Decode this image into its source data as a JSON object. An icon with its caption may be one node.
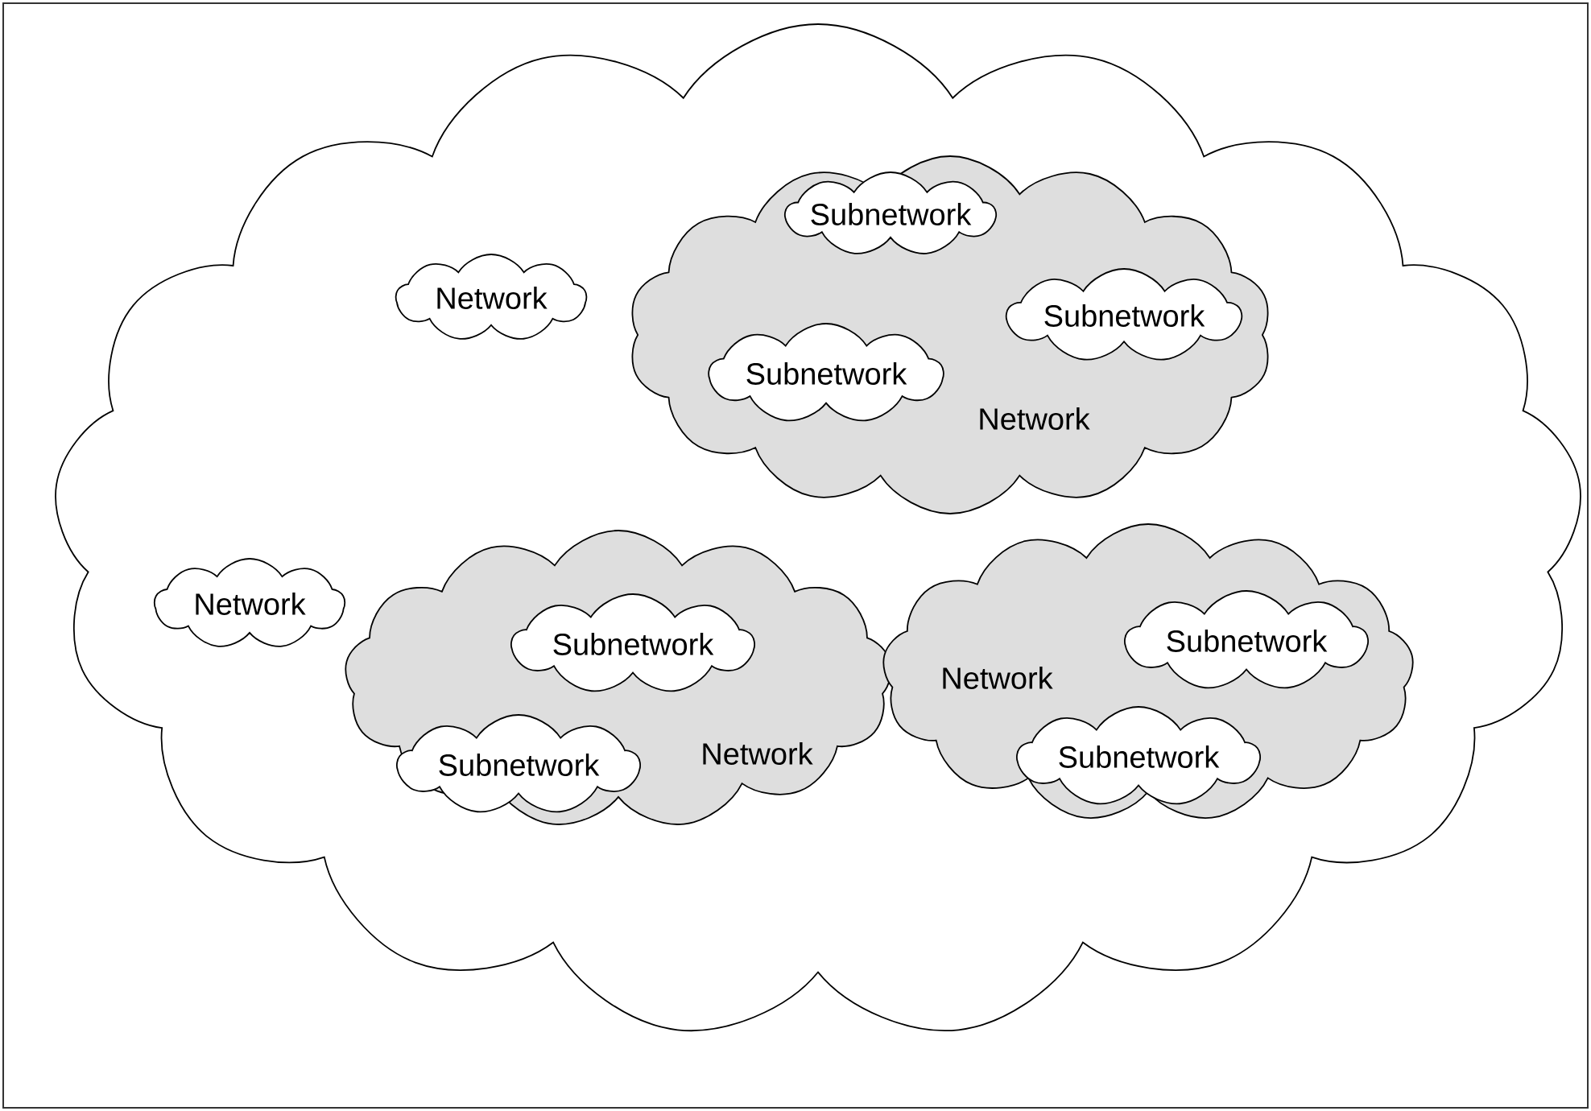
{
  "diagram": {
    "nodes": [
      {
        "text": [],
        "shape": "cloud"
      },
      {
        "text": [
          "Network"
        ],
        "in": 0
      },
      {
        "text": [
          "Network"
        ],
        "in": 0
      },
      {
        "text": [
          "Subnetwork"
        ],
        "in": 2
      },
      {
        "text": [
          "Subnetwork"
        ],
        "in": 2
      },
      {
        "text": [
          "Subnetwork"
        ],
        "in": 2
      },
      {
        "text": [
          "Network"
        ],
        "in": 0
      },
      {
        "text": [
          "Network"
        ],
        "in": 0
      },
      {
        "text": [
          "Subnetwork"
        ],
        "in": 7
      },
      {
        "text": [
          "Subnetwork"
        ],
        "in": 7
      },
      {
        "text": [
          "Network"
        ],
        "in": 0
      },
      {
        "text": [
          "Subnetwork"
        ],
        "in": 10
      },
      {
        "text": [
          "Subnetwork"
        ],
        "in": 10
      }
    ]
  }
}
